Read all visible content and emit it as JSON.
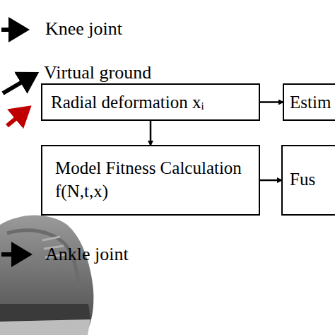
{
  "diagram": {
    "nodes": [
      {
        "text": [
          "Radial deformation xᵢ"
        ]
      },
      {
        "text": [
          "Estim"
        ]
      },
      {
        "text": [
          "Model Fitness Calculation f(N,t,x)"
        ]
      },
      {
        "text": [
          "Fus"
        ]
      }
    ],
    "edges": [
      {
        "from": 0,
        "to": 1,
        "arrow": "to"
      },
      {
        "from": 0,
        "to": 2,
        "arrow": "to"
      },
      {
        "from": 2,
        "to": 3,
        "arrow": "to"
      }
    ],
    "labels": [
      "Knee joint",
      "Virtual ground",
      "Ankle joint"
    ]
  }
}
